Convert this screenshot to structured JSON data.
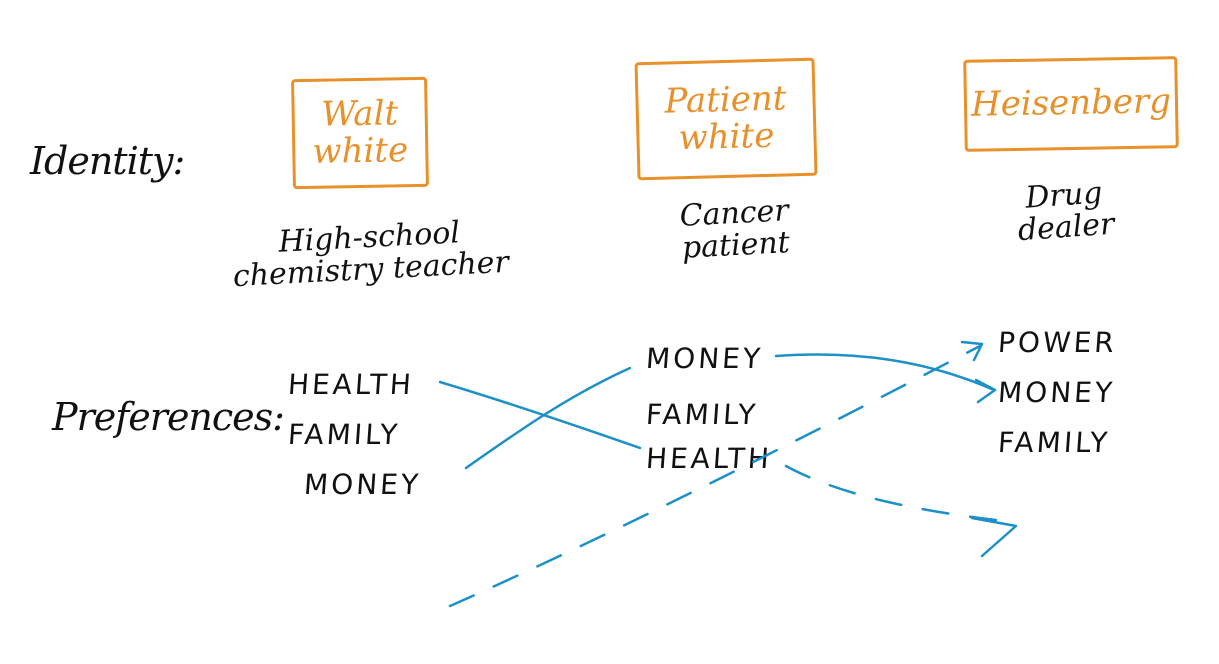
{
  "labels": {
    "identity": "Identity:",
    "preferences": "Preferences:"
  },
  "colors": {
    "identity_box": "#E8902A",
    "arrow": "#1E90C8",
    "ink": "#111111"
  },
  "identities": [
    {
      "name_line1": "Walt",
      "name_line2": "white",
      "role_line1": "High-school",
      "role_line2": "chemistry teacher",
      "preferences": [
        "HEALTH",
        "FAMILY",
        "MONEY"
      ]
    },
    {
      "name_line1": "Patient",
      "name_line2": "white",
      "role_line1": "Cancer",
      "role_line2": "patient",
      "preferences": [
        "MONEY",
        "FAMILY",
        "HEALTH"
      ]
    },
    {
      "name_line1": "Heisenberg",
      "name_line2": "",
      "role_line1": "Drug",
      "role_line2": "dealer",
      "preferences": [
        "POWER",
        "MONEY",
        "FAMILY"
      ]
    }
  ],
  "transitions": [
    {
      "from": "Walt white: HEALTH",
      "to": "Patient white: HEALTH",
      "style": "solid"
    },
    {
      "from": "Walt white: MONEY",
      "to": "Patient white: MONEY",
      "style": "solid"
    },
    {
      "from": "Patient white: MONEY",
      "to": "Heisenberg: MONEY",
      "style": "solid"
    },
    {
      "from": "Walt white (low)",
      "to": "Heisenberg: POWER",
      "style": "dashed"
    },
    {
      "from": "Patient white: HEALTH",
      "to": "below Heisenberg: FAMILY",
      "style": "dashed"
    }
  ]
}
